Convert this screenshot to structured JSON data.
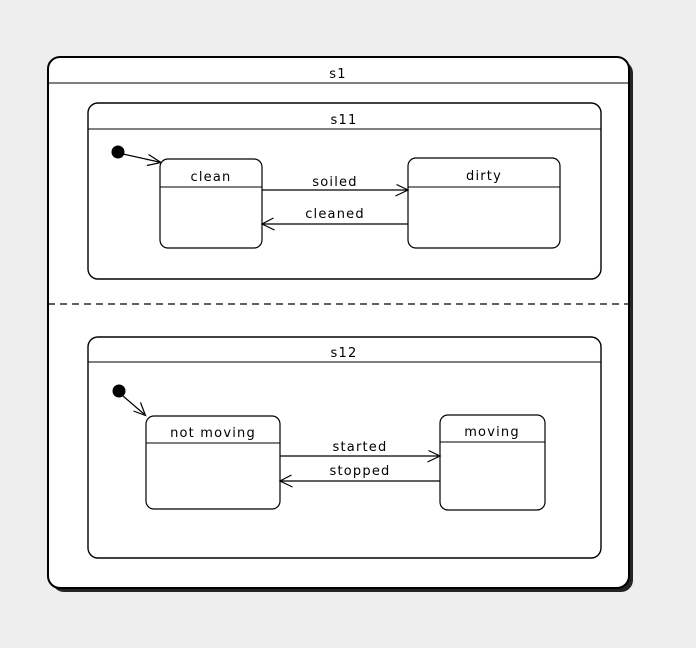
{
  "composite": {
    "title": "s1",
    "regions": [
      {
        "title": "s11",
        "initial": {
          "target": "clean"
        },
        "states": [
          {
            "name": "clean"
          },
          {
            "name": "dirty"
          }
        ],
        "transitions": [
          {
            "from": "clean",
            "to": "dirty",
            "label": "soiled"
          },
          {
            "from": "dirty",
            "to": "clean",
            "label": "cleaned"
          }
        ]
      },
      {
        "title": "s12",
        "initial": {
          "target": "not moving"
        },
        "states": [
          {
            "name": "not moving"
          },
          {
            "name": "moving"
          }
        ],
        "transitions": [
          {
            "from": "not moving",
            "to": "moving",
            "label": "started"
          },
          {
            "from": "moving",
            "to": "not moving",
            "label": "stopped"
          }
        ]
      }
    ]
  },
  "colors": {
    "background": "#eeeeee",
    "state_fill": "#ffffff",
    "stroke": "#000000",
    "shadow": "#242424"
  }
}
